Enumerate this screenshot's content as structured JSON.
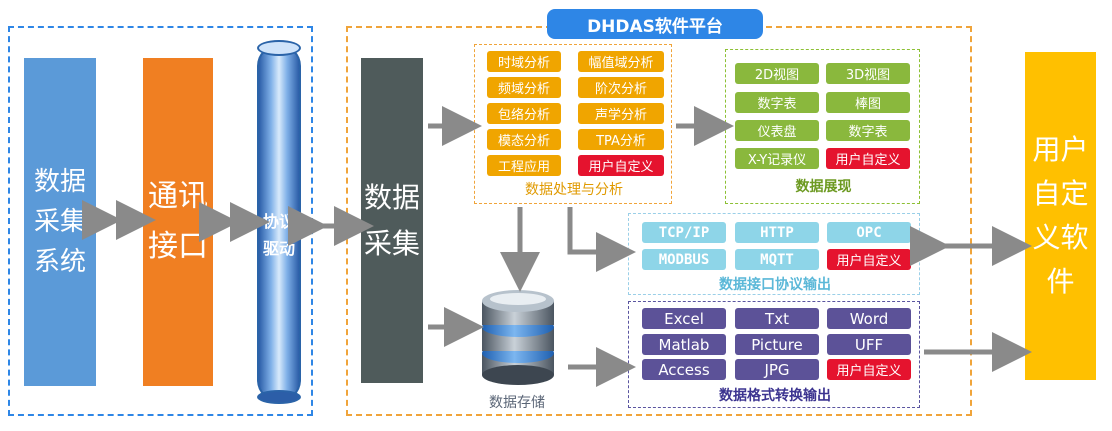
{
  "platform_title": "DHDAS软件平台",
  "left": {
    "data_system": "数据采集系统",
    "comm_interface": "通讯接口",
    "protocol_driver": "协议驱动"
  },
  "collect": "数据采集",
  "processing": {
    "title": "数据处理与分析",
    "items": [
      "时域分析",
      "幅值域分析",
      "频域分析",
      "阶次分析",
      "包络分析",
      "声学分析",
      "模态分析",
      "TPA分析",
      "工程应用",
      "用户自定义"
    ]
  },
  "display": {
    "title": "数据展现",
    "items": [
      "2D视图",
      "3D视图",
      "数字表",
      "棒图",
      "仪表盘",
      "数字表",
      "X-Y记录仪",
      "用户自定义"
    ]
  },
  "protocol_output": {
    "title": "数据接口协议输出",
    "items": [
      "TCP/IP",
      "HTTP",
      "OPC",
      "MODBUS",
      "MQTT",
      "用户自定义"
    ]
  },
  "format_output": {
    "title": "数据格式转换输出",
    "items": [
      "Excel",
      "Txt",
      "Word",
      "Matlab",
      "Picture",
      "UFF",
      "Access",
      "JPG",
      "用户自定义"
    ]
  },
  "storage": "数据存储",
  "user_software": "用户自定义软件",
  "colors": {
    "blue": "#2e86e6",
    "orange": "#f07f22",
    "amber": "#f0a500",
    "red": "#e5132e",
    "green": "#8ab83d",
    "cyan": "#8ed5e8",
    "purple": "#5c5298",
    "yellow": "#ffc000",
    "dark_gray": "#4f5b5b"
  }
}
